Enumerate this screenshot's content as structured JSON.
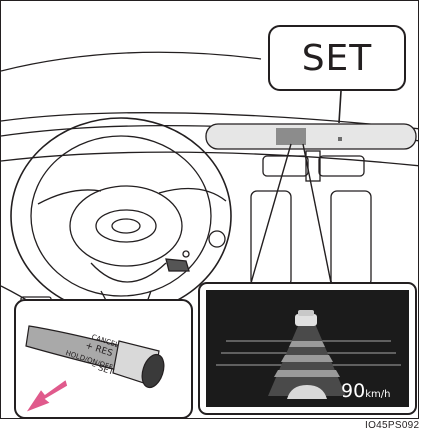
{
  "bubble": {
    "text": "SET"
  },
  "lever": {
    "cancel_label": "CANCEL",
    "res_label": "+ RES",
    "hold_label": "HOLD/ON/OFF",
    "set_label": "– SET"
  },
  "display": {
    "speed_value": "90",
    "speed_unit": "km/h"
  },
  "figure": {
    "code": "IO45PS092"
  }
}
